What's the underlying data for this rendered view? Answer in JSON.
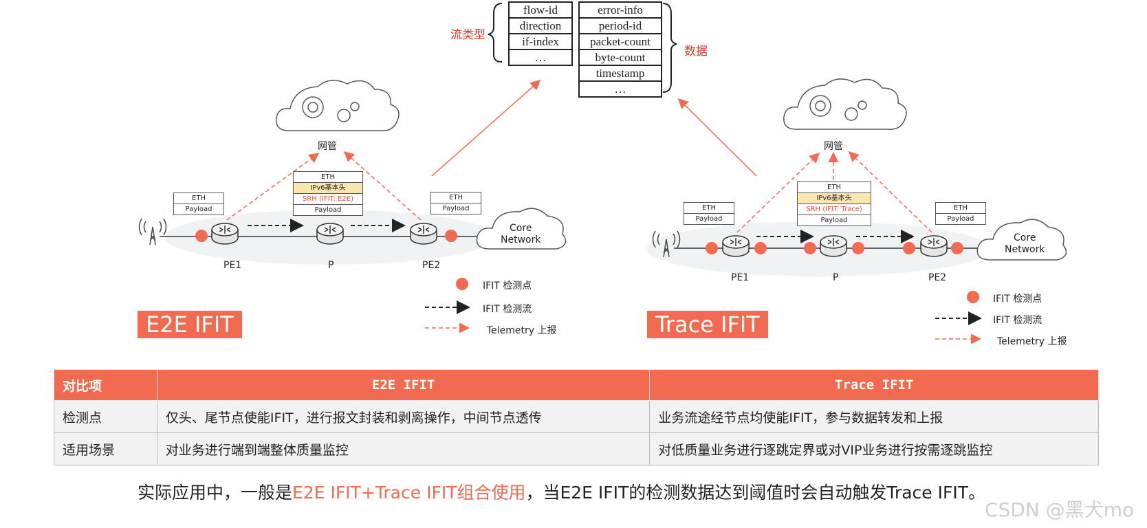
{
  "flow_type_label": "流类型",
  "data_label": "数据",
  "flow_fields": [
    "flow-id",
    "direction",
    "if-index",
    "…"
  ],
  "data_fields": [
    "error-info",
    "period-id",
    "packet-count",
    "byte-count",
    "timestamp",
    "…"
  ],
  "left": {
    "nms_label": "网管",
    "packet_left": [
      "ETH",
      "Payload"
    ],
    "packet_mid": [
      "ETH",
      "IPv6基本头",
      "SRH (IFIT: E2E)",
      "Payload"
    ],
    "packet_right": [
      "ETH",
      "Payload"
    ],
    "core_network": [
      "Core",
      "Network"
    ],
    "nodes": [
      "PE1",
      "P",
      "PE2"
    ],
    "legend": [
      "IFIT  检测点",
      "IFIT  检测流",
      "Telemetry  上报"
    ],
    "tag": "E2E IFIT"
  },
  "right": {
    "nms_label": "网管",
    "packet_left": [
      "ETH",
      "Payload"
    ],
    "packet_mid": [
      "ETH",
      "IPv6基本头",
      "SRH (IFIT: Trace)",
      "Payload"
    ],
    "packet_right": [
      "ETH",
      "Payload"
    ],
    "core_network": [
      "Core",
      "Network"
    ],
    "nodes": [
      "PE1",
      "P",
      "PE2"
    ],
    "legend": [
      "IFIT  检测点",
      "IFIT  检测流",
      "Telemetry  上报"
    ],
    "tag": "Trace IFIT"
  },
  "table": {
    "headers": [
      "对比项",
      "E2E IFIT",
      "Trace IFIT"
    ],
    "rows": [
      [
        "检测点",
        "仅头、尾节点使能IFIT，进行报文封装和剥离操作，中间节点透传",
        "业务流途经节点均使能IFIT，参与数据转发和上报"
      ],
      [
        "适用场景",
        "对业务进行端到端整体质量监控",
        "对低质量业务进行逐跳定界或对VIP业务进行按需逐跳监控"
      ]
    ]
  },
  "bottom": {
    "pre": "实际应用中，一般是",
    "highlight": "E2E IFIT+Trace IFIT组合使用",
    "post": "，当E2E IFIT的检测数据达到阈值时会自动触发Trace IFIT。"
  },
  "watermark": "CSDN @黑犬mo",
  "colors": {
    "accent": "#f26b50",
    "point": "#f26b50",
    "dashed_arrow": "#f26b50"
  }
}
